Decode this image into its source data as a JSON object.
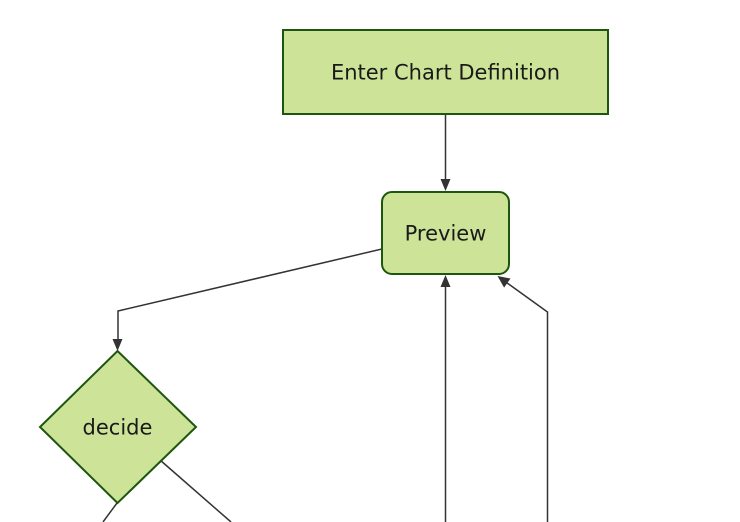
{
  "diagram": {
    "type": "flowchart",
    "orientation": "top-down",
    "background_color": "#ffffff",
    "theme": {
      "node_fill": "#cde498",
      "node_border": "#1d560f",
      "edge_color": "#333333",
      "arrow_color": "#333333",
      "label_color": "#1a1a1a"
    },
    "nodes": [
      {
        "id": "enter-chart-definition",
        "shape": "rectangle",
        "label": "Enter Chart Definition"
      },
      {
        "id": "preview",
        "shape": "rounded-rectangle",
        "label": "Preview"
      },
      {
        "id": "decide",
        "shape": "diamond",
        "label": "decide"
      }
    ],
    "edges": [
      {
        "from": "enter-chart-definition",
        "to": "preview",
        "arrow": "arrowhead-into-preview-top"
      },
      {
        "from": "preview",
        "to": "decide",
        "arrow": "arrowhead-into-decide-top"
      },
      {
        "from": "offscreen-bottom-center",
        "to": "preview",
        "arrow": "arrowhead-into-preview-bottom"
      },
      {
        "from": "offscreen-bottom-right",
        "to": "preview",
        "arrow": "arrowhead-into-preview-bottom-right"
      },
      {
        "from": "decide",
        "to": "offscreen-bottom-left",
        "arrow": "none-visible"
      },
      {
        "from": "decide",
        "to": "offscreen-bottom-right",
        "arrow": "none-visible"
      }
    ]
  }
}
